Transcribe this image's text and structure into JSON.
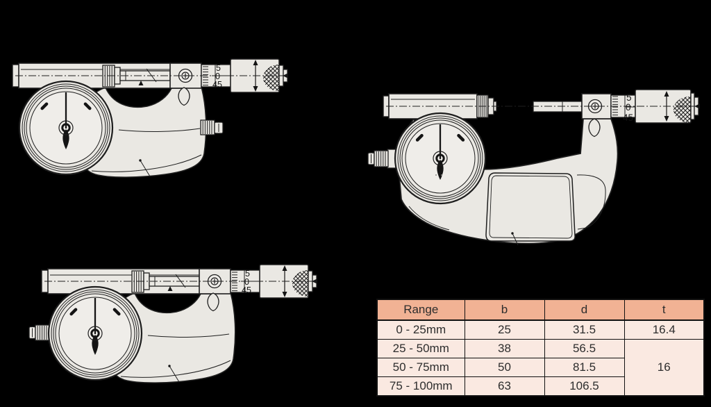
{
  "background": "#000000",
  "colors": {
    "line_ink": "#1e1e1e",
    "body_fill": "#eae8e3",
    "dial_face_fill": "#efede9",
    "table_header_bg": "#f1b294",
    "table_row_bg": "#fae9e1",
    "table_border": "#101010",
    "table_text": "#2d2d2d"
  },
  "drawings": [
    {
      "name": "dial-indicating-micrometer-small-top-left",
      "thimble_scale": [
        "5",
        "0",
        "45"
      ]
    },
    {
      "name": "dial-indicating-micrometer-small-bottom-left",
      "thimble_scale": [
        "5",
        "0",
        "45"
      ]
    },
    {
      "name": "dial-indicating-micrometer-large-with-heat-shield",
      "thimble_scale": [
        "5",
        "0",
        "45"
      ]
    }
  ],
  "table": {
    "headers": [
      "Range",
      "b",
      "d",
      "t"
    ],
    "rows": [
      {
        "range": "0 - 25mm",
        "b": "25",
        "d": "31.5",
        "t": "16.4"
      },
      {
        "range": "25 - 50mm",
        "b": "38",
        "d": "56.5",
        "t": "16"
      },
      {
        "range": "50 - 75mm",
        "b": "50",
        "d": "81.5"
      },
      {
        "range": "75 - 100mm",
        "b": "63",
        "d": "106.5"
      }
    ]
  }
}
